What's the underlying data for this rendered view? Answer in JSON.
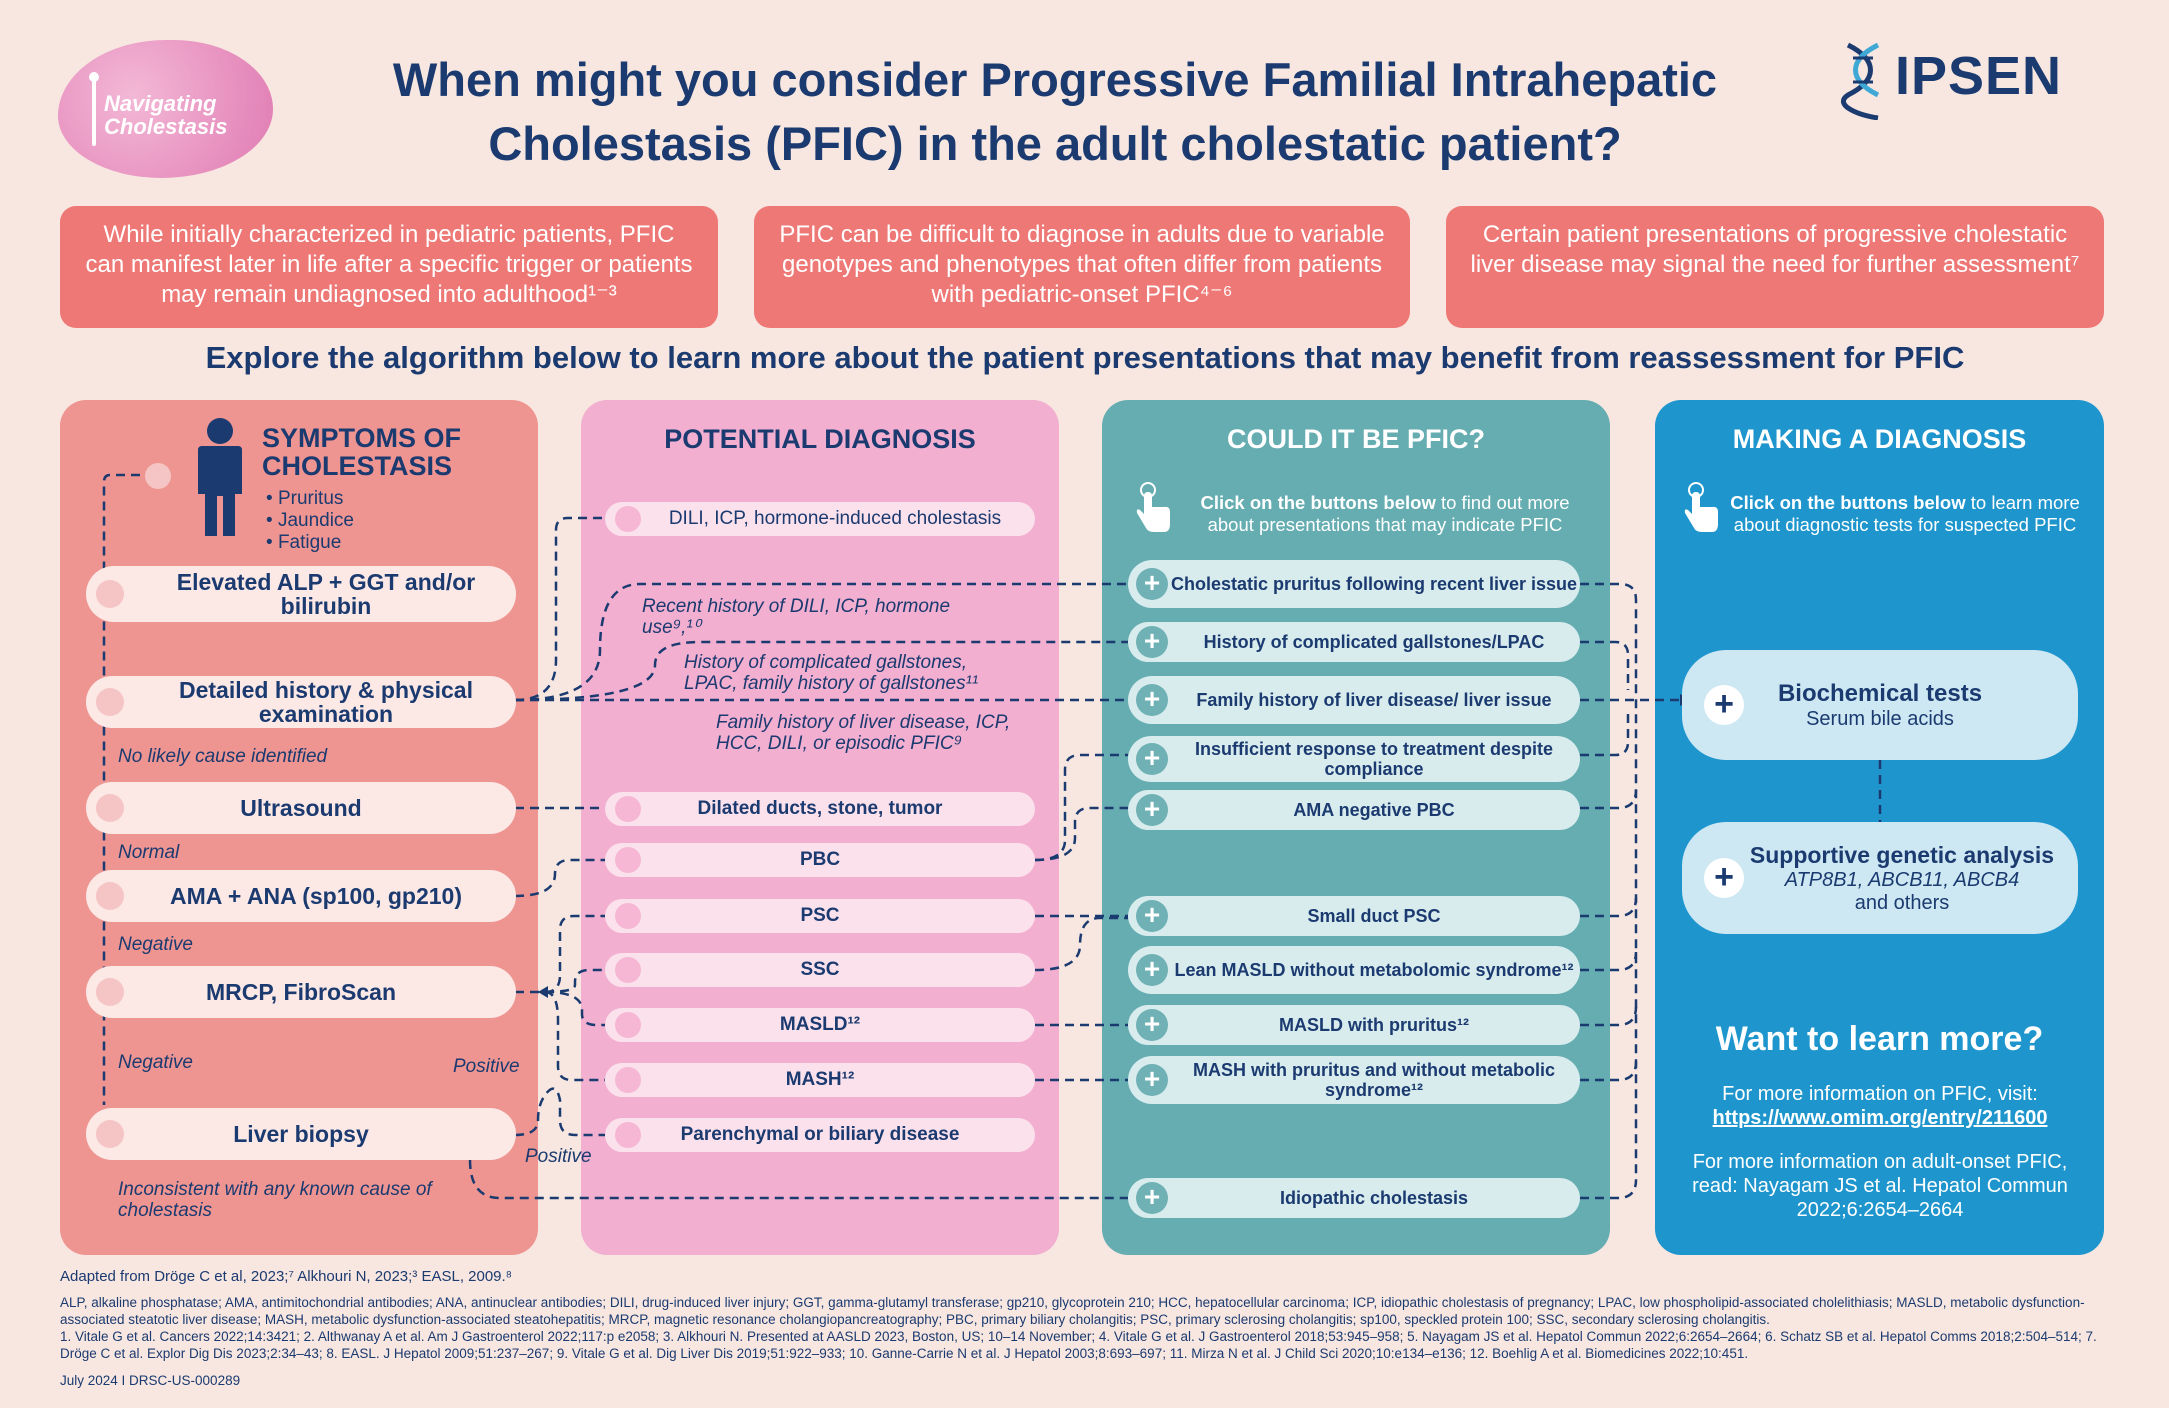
{
  "logo": {
    "text": "Navigating Cholestasis"
  },
  "brand": {
    "name": "IPSEN"
  },
  "title": "When might you consider Progressive Familial Intrahepatic Cholestasis (PFIC) in the adult cholestatic patient?",
  "intro_boxes": [
    {
      "text": "While initially characterized in pediatric patients, PFIC can manifest later in life after a specific trigger or patients may remain undiagnosed into adulthood¹⁻³"
    },
    {
      "text": "PFIC can be difficult to diagnose in adults due to variable genotypes and phenotypes that often differ from patients with pediatric-onset PFIC⁴⁻⁶"
    },
    {
      "text": "Certain patient presentations of progressive cholestatic liver disease may signal the need for further assessment⁷"
    }
  ],
  "subtitle": "Explore the algorithm below to learn more about the patient presentations that may benefit from reassessment for PFIC",
  "columns": {
    "symptoms": {
      "title": "SYMPTOMS OF CHOLESTASIS",
      "symptoms": [
        "Pruritus",
        "Jaundice",
        "Fatigue"
      ],
      "steps": [
        "Elevated ALP + GGT and/or bilirubin",
        "Detailed history & physical examination",
        "Ultrasound",
        "AMA + ANA (sp100, gp210)",
        "MRCP, FibroScan",
        "Liver biopsy"
      ],
      "notes": {
        "no_cause": "No likely cause identified",
        "normal": "Normal",
        "negative1": "Negative",
        "negative2": "Negative",
        "positive": "Positive",
        "inconsistent": "Inconsistent with any known cause of cholestasis"
      }
    },
    "potential": {
      "title": "POTENTIAL DIAGNOSIS",
      "items": [
        "DILI, ICP, hormone-induced cholestasis",
        "Dilated ducts, stone, tumor",
        "PBC",
        "PSC",
        "SSC",
        "MASLD¹²",
        "MASH¹²",
        "Parenchymal or biliary disease"
      ],
      "notes": [
        "Recent history of DILI, ICP, hormone use⁹,¹⁰",
        "History of complicated gallstones, LPAC, family history of gallstones¹¹",
        "Family history of liver disease, ICP, HCC, DILI, or episodic PFIC⁹"
      ],
      "positive": "Positive"
    },
    "pfic": {
      "title": "COULD IT BE PFIC?",
      "instruction_bold": "Click on the buttons below",
      "instruction_rest": " to find out more about presentations that may indicate PFIC",
      "items": [
        "Cholestatic pruritus following recent liver issue",
        "History of complicated gallstones/LPAC",
        "Family history of liver disease/ liver issue",
        "Insufficient response to treatment despite compliance",
        "AMA negative PBC",
        "Small duct PSC",
        "Lean MASLD without metabolomic syndrome¹²",
        "MASLD with pruritus¹²",
        "MASH with pruritus and without metabolic syndrome¹²",
        "Idiopathic cholestasis"
      ]
    },
    "diagnosis": {
      "title": "MAKING A DIAGNOSIS",
      "instruction_bold": "Click on the buttons below",
      "instruction_rest": " to learn more about diagnostic tests for suspected PFIC",
      "tests": [
        {
          "title": "Biochemical tests",
          "sub": "Serum bile acids"
        },
        {
          "title": "Supportive genetic analysis",
          "sub": "ATP8B1, ABCB11, ABCB4",
          "sub2": "and others"
        }
      ],
      "learn_title": "Want to learn more?",
      "learn1": "For more information on PFIC, visit:",
      "learn1_link": "https://www.omim.org/entry/211600",
      "learn2": "For more information on adult-onset PFIC, read: Nayagam JS et al. Hepatol Commun 2022;6:2654–2664"
    }
  },
  "footer": {
    "adapted": "Adapted from Dröge C et al, 2023;⁷ Alkhouri N, 2023;³ EASL, 2009.⁸",
    "abbrev": "ALP, alkaline phosphatase; AMA, antimitochondrial antibodies; ANA, antinuclear antibodies; DILI, drug-induced liver injury; GGT, gamma-glutamyl transferase; gp210, glycoprotein 210; HCC, hepatocellular carcinoma; ICP, idiopathic cholestasis of pregnancy; LPAC, low phospholipid-associated cholelithiasis; MASLD, metabolic dysfunction-associated steatotic liver disease; MASH, metabolic dysfunction-associated steatohepatitis; MRCP, magnetic resonance cholangiopancreatography; PBC, primary biliary cholangitis; PSC, primary sclerosing cholangitis; sp100, speckled protein 100; SSC, secondary sclerosing cholangitis.",
    "refs": "1. Vitale G et al. Cancers 2022;14:3421; 2. Althwanay A et al. Am J Gastroenterol 2022;117:p e2058; 3. Alkhouri N. Presented at AASLD 2023, Boston, US; 10–14 November; 4. Vitale G et al. J Gastroenterol 2018;53:945–958; 5. Nayagam JS et al. Hepatol Commun 2022;6:2654–2664; 6. Schatz SB et al. Hepatol Comms 2018;2:504–514; 7. Dröge C et al. Explor Dig Dis 2023;2:34–43; 8. EASL. J Hepatol 2009;51:237–267; 9. Vitale G et al. Dig Liver Dis 2019;51:922–933; 10. Ganne-Carrie N et al. J Hepatol 2003;8:693–697; 11. Mirza N et al. J Child Sci 2020;10:e134–e136; 12. Boehlig A et al. Biomedicines 2022;10:451.",
    "date": "July 2024 I DRSC-US-000289"
  }
}
